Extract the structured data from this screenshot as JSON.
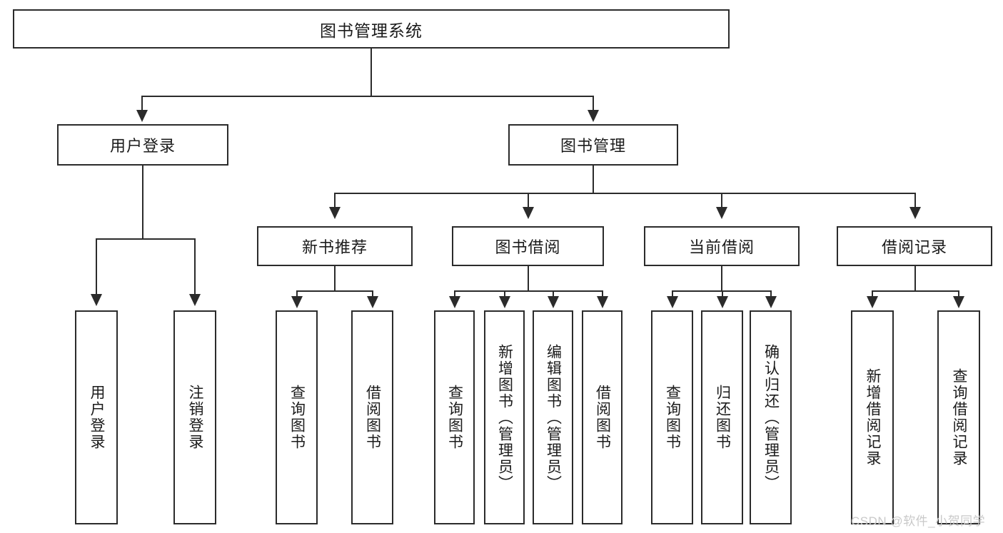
{
  "diagram": {
    "title": "图书管理系统",
    "type": "hierarchy-tree",
    "root": {
      "label": "图书管理系统"
    },
    "level1": [
      {
        "label": "用户登录"
      },
      {
        "label": "图书管理"
      }
    ],
    "level2": [
      {
        "label": "新书推荐"
      },
      {
        "label": "图书借阅"
      },
      {
        "label": "当前借阅"
      },
      {
        "label": "借阅记录"
      }
    ],
    "leaves": {
      "user_login": [
        {
          "label": "用户登录"
        },
        {
          "label": "注销登录"
        }
      ],
      "new_book_recommend": [
        {
          "label": "查询图书"
        },
        {
          "label": "借阅图书"
        }
      ],
      "book_borrow": [
        {
          "label": "查询图书"
        },
        {
          "label": "新增图书（管理员）"
        },
        {
          "label": "编辑图书（管理员）"
        },
        {
          "label": "借阅图书"
        }
      ],
      "current_borrow": [
        {
          "label": "查询图书"
        },
        {
          "label": "归还图书"
        },
        {
          "label": "确认归还（管理员）"
        }
      ],
      "borrow_record": [
        {
          "label": "新增借阅记录"
        },
        {
          "label": "查询借阅记录"
        }
      ]
    }
  },
  "watermark": {
    "text": "CSDN @软件_小贺同学"
  },
  "colors": {
    "stroke": "#2b2b2b",
    "fill": "#ffffff",
    "text": "#1b1b1b",
    "watermark": "#c9c9c9"
  }
}
